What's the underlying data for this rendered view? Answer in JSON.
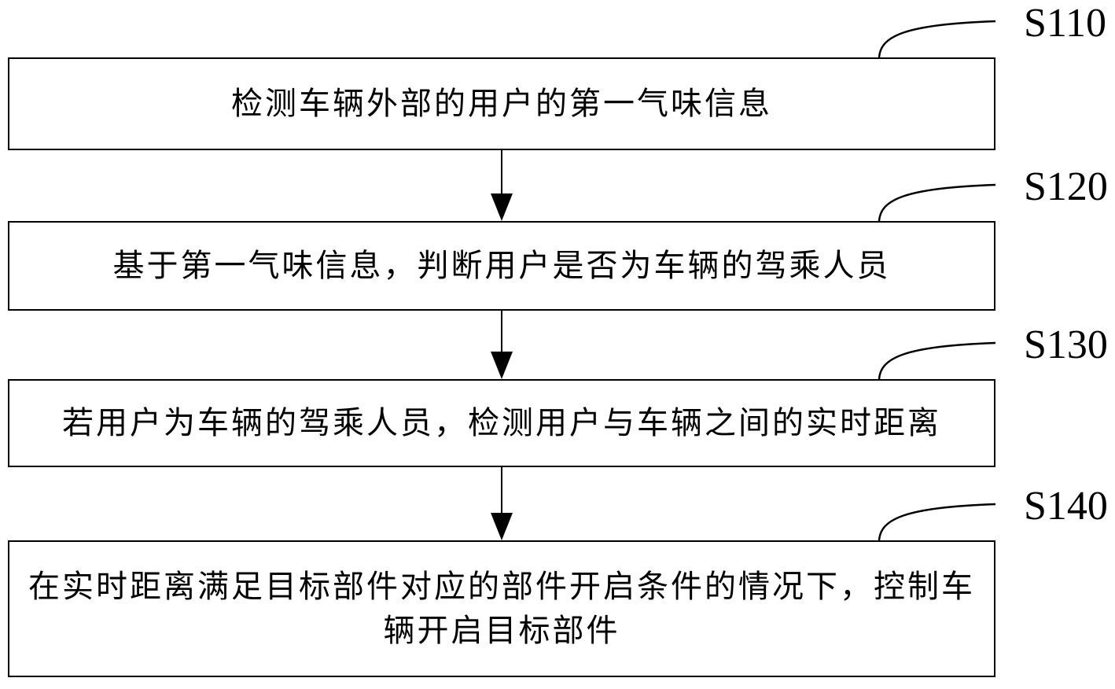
{
  "figure": {
    "type": "flowchart",
    "background_color": "#ffffff",
    "line_color": "#000000",
    "text_color": "#000000",
    "steps": [
      {
        "label": "S110",
        "lines": [
          "检测车辆外部的用户的第一气味信息"
        ]
      },
      {
        "label": "S120",
        "lines": [
          "基于第一气味信息，判断用户是否为车辆的驾乘人员"
        ]
      },
      {
        "label": "S130",
        "lines": [
          "若用户为车辆的驾乘人员，检测用户与车辆之间的实时距离"
        ]
      },
      {
        "label": "S140",
        "lines": [
          "在实时距离满足目标部件对应的部件开启条件的情况下，控制车",
          "辆开启目标部件"
        ]
      }
    ],
    "connectors": [
      {
        "from": "S110",
        "to": "S120",
        "style": "arrow-down"
      },
      {
        "from": "S120",
        "to": "S130",
        "style": "arrow-down"
      },
      {
        "from": "S130",
        "to": "S140",
        "style": "arrow-down"
      }
    ]
  }
}
